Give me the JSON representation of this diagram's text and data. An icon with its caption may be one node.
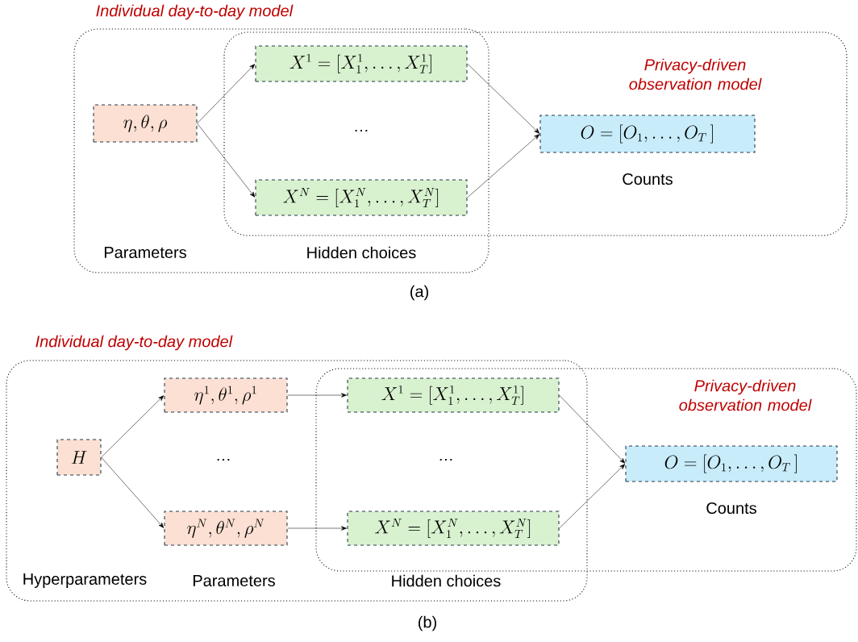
{
  "diagram": {
    "nodes": [
      {
        "text": [
          "Individual day-to-day model"
        ]
      },
      {
        "text": [
          "Privacy-driven observation model"
        ]
      },
      {
        "text": [
          "\\eta, \\theta, \\rho"
        ],
        "in": 0
      },
      {
        "text": [
          "X^1 = [X_1^1, \\dots, X_T^1]"
        ]
      },
      {
        "text": [
          "X^N = [X_1^N, \\dots, X_T^N]"
        ]
      },
      {
        "text": [
          "O = [O_1, \\dots, O_T\\,]"
        ],
        "in": 1,
        "beside": [
          "Counts"
        ]
      },
      {
        "text": [
          "Individual day-to-day model"
        ]
      },
      {
        "text": [
          "Privacy-driven observation model"
        ]
      },
      {
        "text": [
          "H"
        ],
        "in": 6
      },
      {
        "text": [
          "\\eta^1, \\theta^1, \\rho^1"
        ],
        "in": 6
      },
      {
        "text": [
          "\\eta^N, \\theta^N, \\rho^N"
        ],
        "in": 6
      },
      {
        "text": [
          "X^1 = [X_1^1, \\dots, X_T^1]"
        ]
      },
      {
        "text": [
          "X^N = [X_1^N, \\dots, X_T^N]"
        ]
      },
      {
        "text": [
          "O = [O_1, \\dots, O_T\\,]"
        ],
        "in": 7,
        "beside": [
          "Counts"
        ]
      }
    ],
    "edges": [
      {
        "from": 2,
        "to": 3,
        "arrow": "to"
      },
      {
        "from": 2,
        "to": 4,
        "arrow": "to"
      },
      {
        "from": 3,
        "to": 5,
        "arrow": "to"
      },
      {
        "from": 4,
        "to": 5,
        "arrow": "to"
      },
      {
        "from": 8,
        "to": 9,
        "arrow": "to"
      },
      {
        "from": 8,
        "to": 10,
        "arrow": "to"
      },
      {
        "from": 9,
        "to": 11,
        "arrow": "to"
      },
      {
        "from": 10,
        "to": 12,
        "arrow": "to"
      },
      {
        "from": 11,
        "to": 13,
        "arrow": "to"
      },
      {
        "from": 12,
        "to": 13,
        "arrow": "to"
      }
    ],
    "labels": [
      "…",
      "Parameters",
      "Hidden choices",
      "(a)",
      "…",
      "…",
      "Hyperparameters",
      "Parameters",
      "Hidden choices",
      "(b)"
    ]
  }
}
